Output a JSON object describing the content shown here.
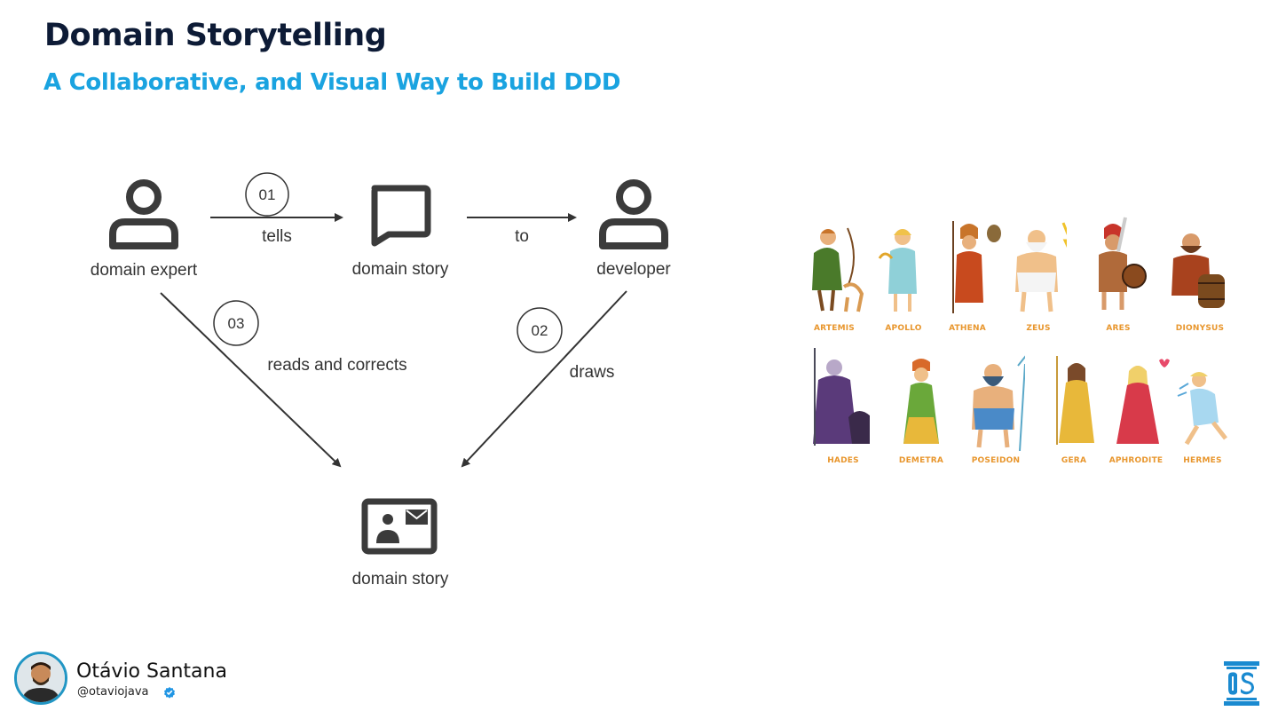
{
  "slide": {
    "title": "Domain Storytelling",
    "subtitle": "A Collaborative, and Visual Way to Build DDD"
  },
  "diagram": {
    "nodes": {
      "expert": "domain expert",
      "story_top": "domain story",
      "developer": "developer",
      "story_bottom": "domain story"
    },
    "edges": {
      "tells": {
        "number": "01",
        "label": "tells"
      },
      "to": {
        "label": "to"
      },
      "draws": {
        "number": "02",
        "label": "draws"
      },
      "reads": {
        "number": "03",
        "label": "reads and corrects"
      }
    }
  },
  "gods": {
    "row1": [
      "ARTEMIS",
      "APOLLO",
      "ATHENA",
      "ZEUS",
      "ARES",
      "DIONYSUS"
    ],
    "row2": [
      "HADES",
      "DEMETRA",
      "POSEIDON",
      "GERA",
      "APHRODITE",
      "HERMES"
    ]
  },
  "speaker": {
    "name": "Otávio Santana",
    "handle": "@otaviojava"
  },
  "colors": {
    "title": "#0d1b36",
    "subtitle": "#1aa3e0",
    "god_label": "#e8962d",
    "accent": "#2196c4"
  }
}
